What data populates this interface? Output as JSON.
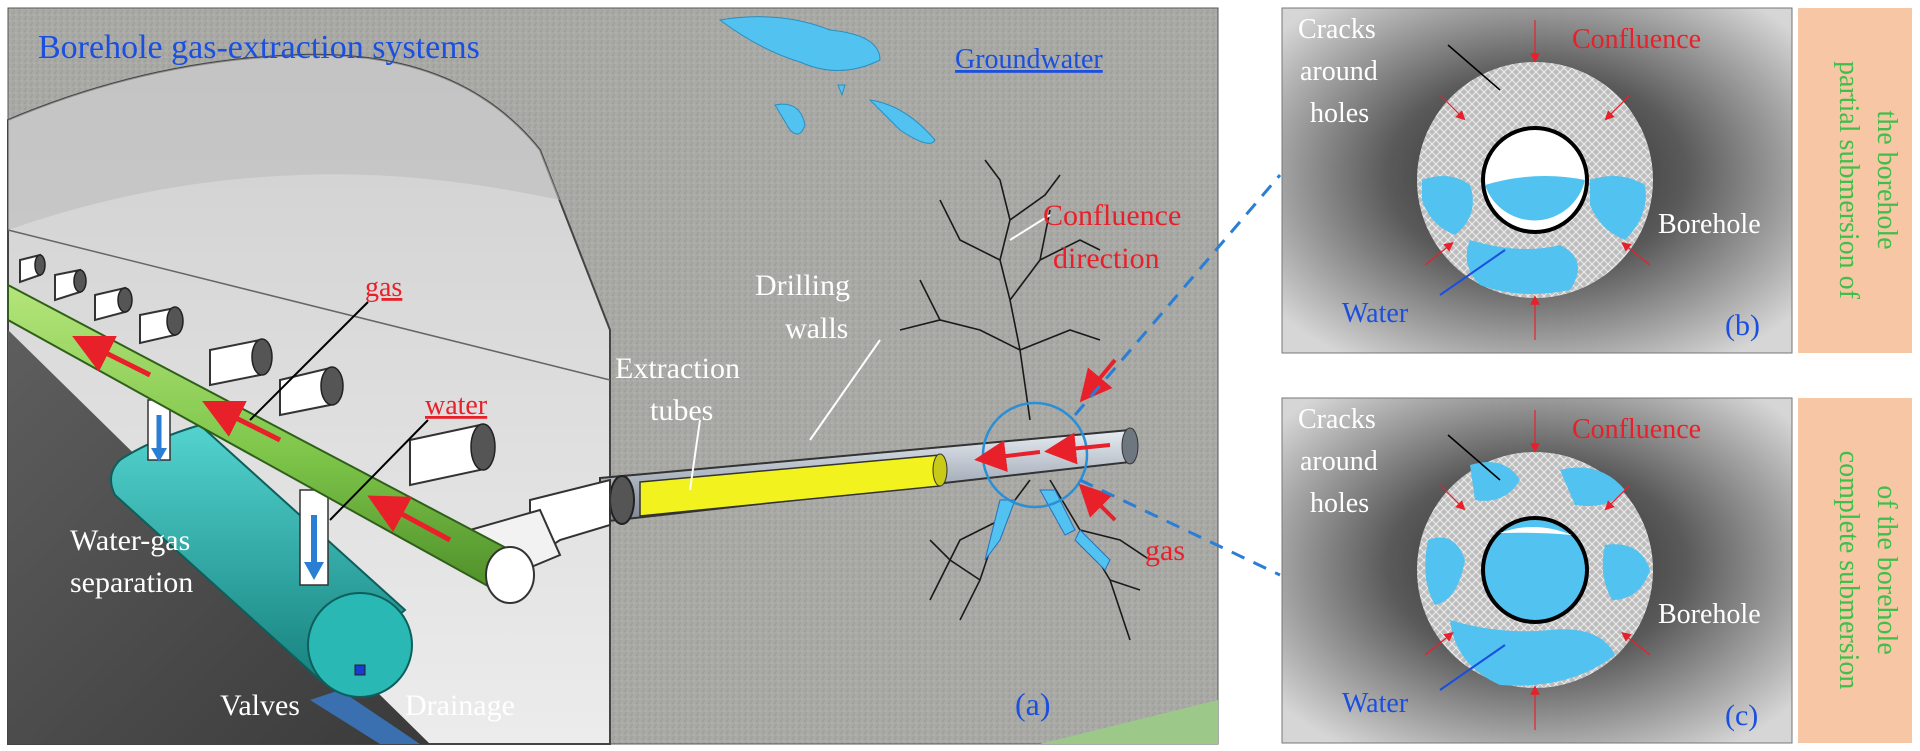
{
  "panel_a": {
    "title": "Borehole gas-extraction systems",
    "groundwater": "Groundwater",
    "gas_top": "gas",
    "water": "water",
    "confluence_line1": "Confluence",
    "confluence_line2": "direction",
    "drilling_line1": "Drilling",
    "drilling_line2": "walls",
    "extraction_line1": "Extraction",
    "extraction_line2": "tubes",
    "separation_line1": "Water-gas",
    "separation_line2": "separation",
    "gas_right": "gas",
    "valves": "Valves",
    "drainage": "Drainage",
    "panel_label": "(a)"
  },
  "panel_b": {
    "cracks_line1": "Cracks",
    "cracks_line2": "around",
    "cracks_line3": "holes",
    "confluence": "Confluence",
    "borehole": "Borehole",
    "water": "Water",
    "panel_label": "(b)",
    "side_line1": "partial submersion of",
    "side_line2": "the borehole"
  },
  "panel_c": {
    "cracks_line1": "Cracks",
    "cracks_line2": "around",
    "cracks_line3": "holes",
    "confluence": "Confluence",
    "borehole": "Borehole",
    "water": "Water",
    "panel_label": "(c)",
    "side_line1": "complete submersion",
    "side_line2": "of the borehole"
  },
  "colors": {
    "red_label": "#e8202a",
    "blue_label": "#1a4fe0",
    "green_label": "#3fbf4a",
    "water": "#52c2f0",
    "pipe_green": "#7ec64a",
    "separator_teal": "#2ab8b4",
    "tube_yellow": "#f2f21e",
    "side_bar": "#f7c7a5"
  }
}
